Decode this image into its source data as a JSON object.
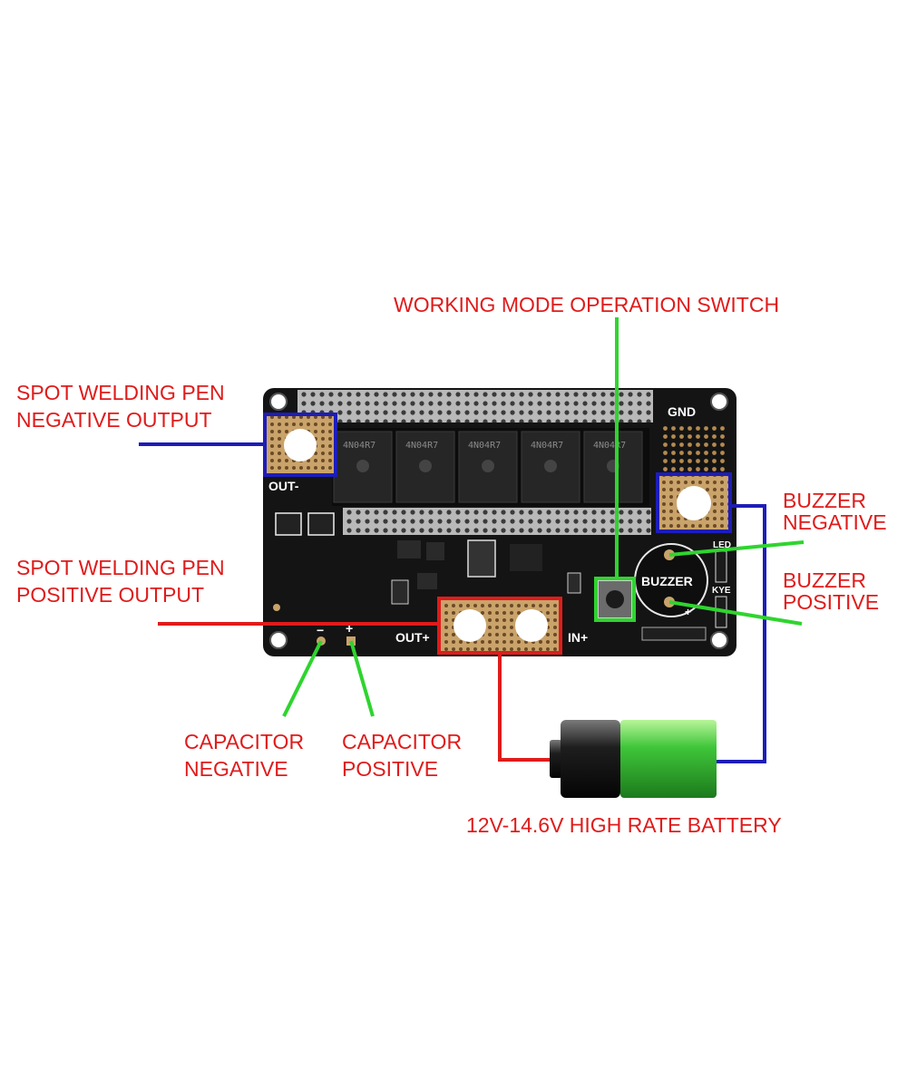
{
  "callouts": {
    "switch": "WORKING MODE OPERATION SWITCH",
    "neg_output": [
      "SPOT WELDING PEN",
      "NEGATIVE OUTPUT"
    ],
    "pos_output": [
      "SPOT WELDING PEN",
      "POSITIVE OUTPUT"
    ],
    "buzzer_neg": [
      "BUZZER",
      "NEGATIVE"
    ],
    "buzzer_pos": [
      "BUZZER",
      "POSITIVE"
    ],
    "cap_neg": [
      "CAPACITOR",
      "NEGATIVE"
    ],
    "cap_pos": [
      "CAPACITOR",
      "POSITIVE"
    ],
    "battery": "12V-14.6V HIGH RATE BATTERY"
  },
  "board": {
    "gnd": "GND",
    "out_minus": "OUT-",
    "out_plus": "OUT+",
    "in_plus": "IN+",
    "buzzer": "BUZZER",
    "led": "LED",
    "kye": "KYE",
    "cap_minus": "−",
    "cap_plus": "+",
    "buzzer_plus": "+",
    "mosfets": [
      "4N04R7",
      "4N04R7",
      "4N04R7",
      "4N04R7",
      "4N04R7"
    ]
  },
  "colors": {
    "label": "#e01b1b",
    "blue_wire": "#1d1db8",
    "red_wire": "#e01b1b",
    "green_line": "#2fd42f",
    "board": "#141414",
    "copper": "#c9a36a"
  }
}
